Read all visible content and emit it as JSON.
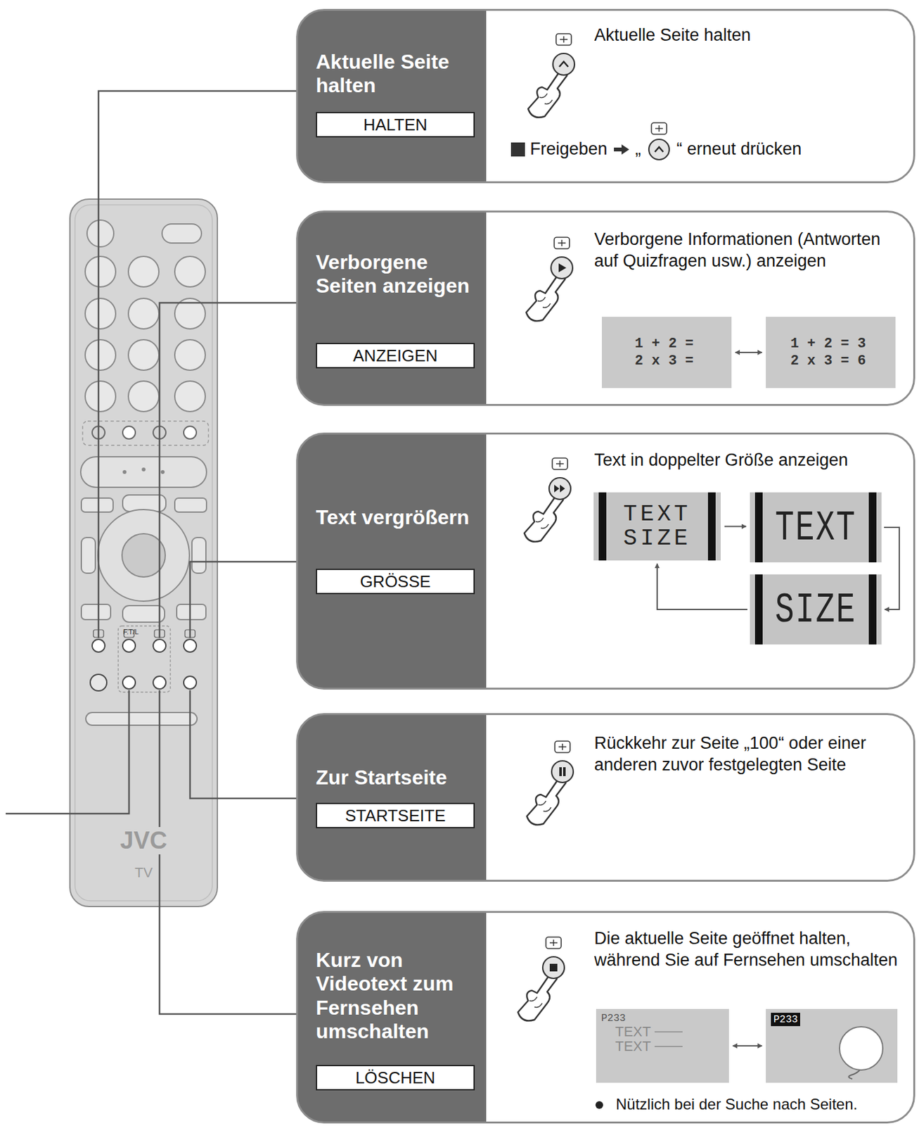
{
  "diagram": {
    "nodes": [
      {
        "text": [
          "Aktuelle Seite halten",
          "Aktuelle Seite halten",
          "Freigeben",
          "„",
          "“ erneut drücken"
        ]
      },
      {
        "text": [
          "HALTEN"
        ],
        "in": 0
      },
      {
        "text": [
          "Verborgene Seiten anzeigen",
          "Verborgene Informationen (Antworten auf Quizfragen usw.) anzeigen"
        ]
      },
      {
        "text": [
          "ANZEIGEN"
        ],
        "in": 2
      },
      {
        "text": [
          "1 + 2 = 2 x 3 ="
        ],
        "in": 2
      },
      {
        "text": [
          "1 + 2 = 3 2 x 3 = 6"
        ],
        "in": 2
      },
      {
        "text": [
          "Text vergrößern",
          "Text in doppelter Größe anzeigen"
        ]
      },
      {
        "text": [
          "GRÖSSE"
        ],
        "in": 6
      },
      {
        "text": [
          "TEXT SIZE"
        ],
        "in": 6
      },
      {
        "text": [
          "TEXT"
        ],
        "in": 6
      },
      {
        "text": [
          "SIZE"
        ],
        "in": 6
      },
      {
        "text": [
          "Zur Startseite",
          "Rückkehr zur Seite „100“ oder einer anderen zuvor festgelegten Seite"
        ]
      },
      {
        "text": [
          "STARTSEITE"
        ],
        "in": 11
      },
      {
        "text": [
          "Kurz von Videotext zum Fernsehen umschalten",
          "Die aktuelle Seite geöffnet halten, während Sie auf Fernsehen umschalten",
          "Nützlich bei der Suche nach Seiten."
        ]
      },
      {
        "text": [
          "LÖSCHEN"
        ],
        "in": 13
      },
      {
        "text": [
          "P233",
          "TEXT",
          "TEXT"
        ],
        "in": 13
      },
      {
        "text": [
          "P233"
        ],
        "in": 13
      }
    ],
    "edges": [
      {
        "from": 4,
        "to": 5,
        "arrow": "both"
      },
      {
        "from": 8,
        "to": 9,
        "arrow": "to"
      },
      {
        "from": 9,
        "to": 10,
        "arrow": "to"
      },
      {
        "from": 10,
        "to": 8,
        "arrow": "to"
      },
      {
        "from": 15,
        "to": 16,
        "arrow": "both"
      }
    ],
    "labels": [
      "F.T/L",
      "JVC",
      "TV"
    ]
  }
}
